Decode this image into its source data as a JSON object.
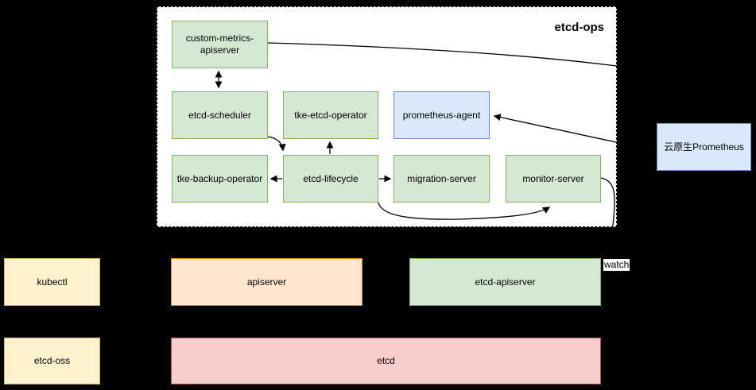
{
  "diagram": {
    "title": "etcd-ops",
    "etcd_ops_group": {
      "title": "etcd-ops",
      "nodes": [
        {
          "label": "custom-metrics-apiserver",
          "color": "#d5e8d4"
        },
        {
          "label": "etcd-scheduler",
          "color": "#d5e8d4"
        },
        {
          "label": "tke-etcd-operator",
          "color": "#d5e8d4"
        },
        {
          "label": "prometheus-agent",
          "color": "#dae8fc"
        },
        {
          "label": "tke-backup-operator",
          "color": "#d5e8d4"
        },
        {
          "label": "etcd-lifecycle",
          "color": "#d5e8d4"
        },
        {
          "label": "migration-server",
          "color": "#d5e8d4"
        },
        {
          "label": "monitor-server",
          "color": "#d5e8d4"
        }
      ]
    },
    "external_nodes": [
      {
        "label": "云原生Prometheus",
        "color": "#dae8fc"
      },
      {
        "label": "kubectl",
        "color": "#fff2cc"
      },
      {
        "label": "apiserver",
        "color": "#ffe6cc"
      },
      {
        "label": "etcd-apiserver",
        "color": "#d5e8d4"
      },
      {
        "label": "etcd-oss",
        "color": "#fff2cc"
      },
      {
        "label": "etcd",
        "color": "#f8cecc"
      }
    ],
    "edge_labels": [
      {
        "text": "watch"
      }
    ],
    "colors": {
      "background": "#000000",
      "container_fill": "#ffffff",
      "container_border": "#000000",
      "green_fill": "#d5e8d4",
      "green_stroke": "#82b366",
      "blue_fill": "#dae8fc",
      "blue_stroke": "#6c8ebf",
      "yellow_fill": "#fff2cc",
      "yellow_stroke": "#d6b656",
      "orange_fill": "#ffe6cc",
      "orange_stroke": "#d79b00",
      "red_fill": "#f8cecc",
      "red_stroke": "#b85450",
      "line": "#000000"
    }
  }
}
